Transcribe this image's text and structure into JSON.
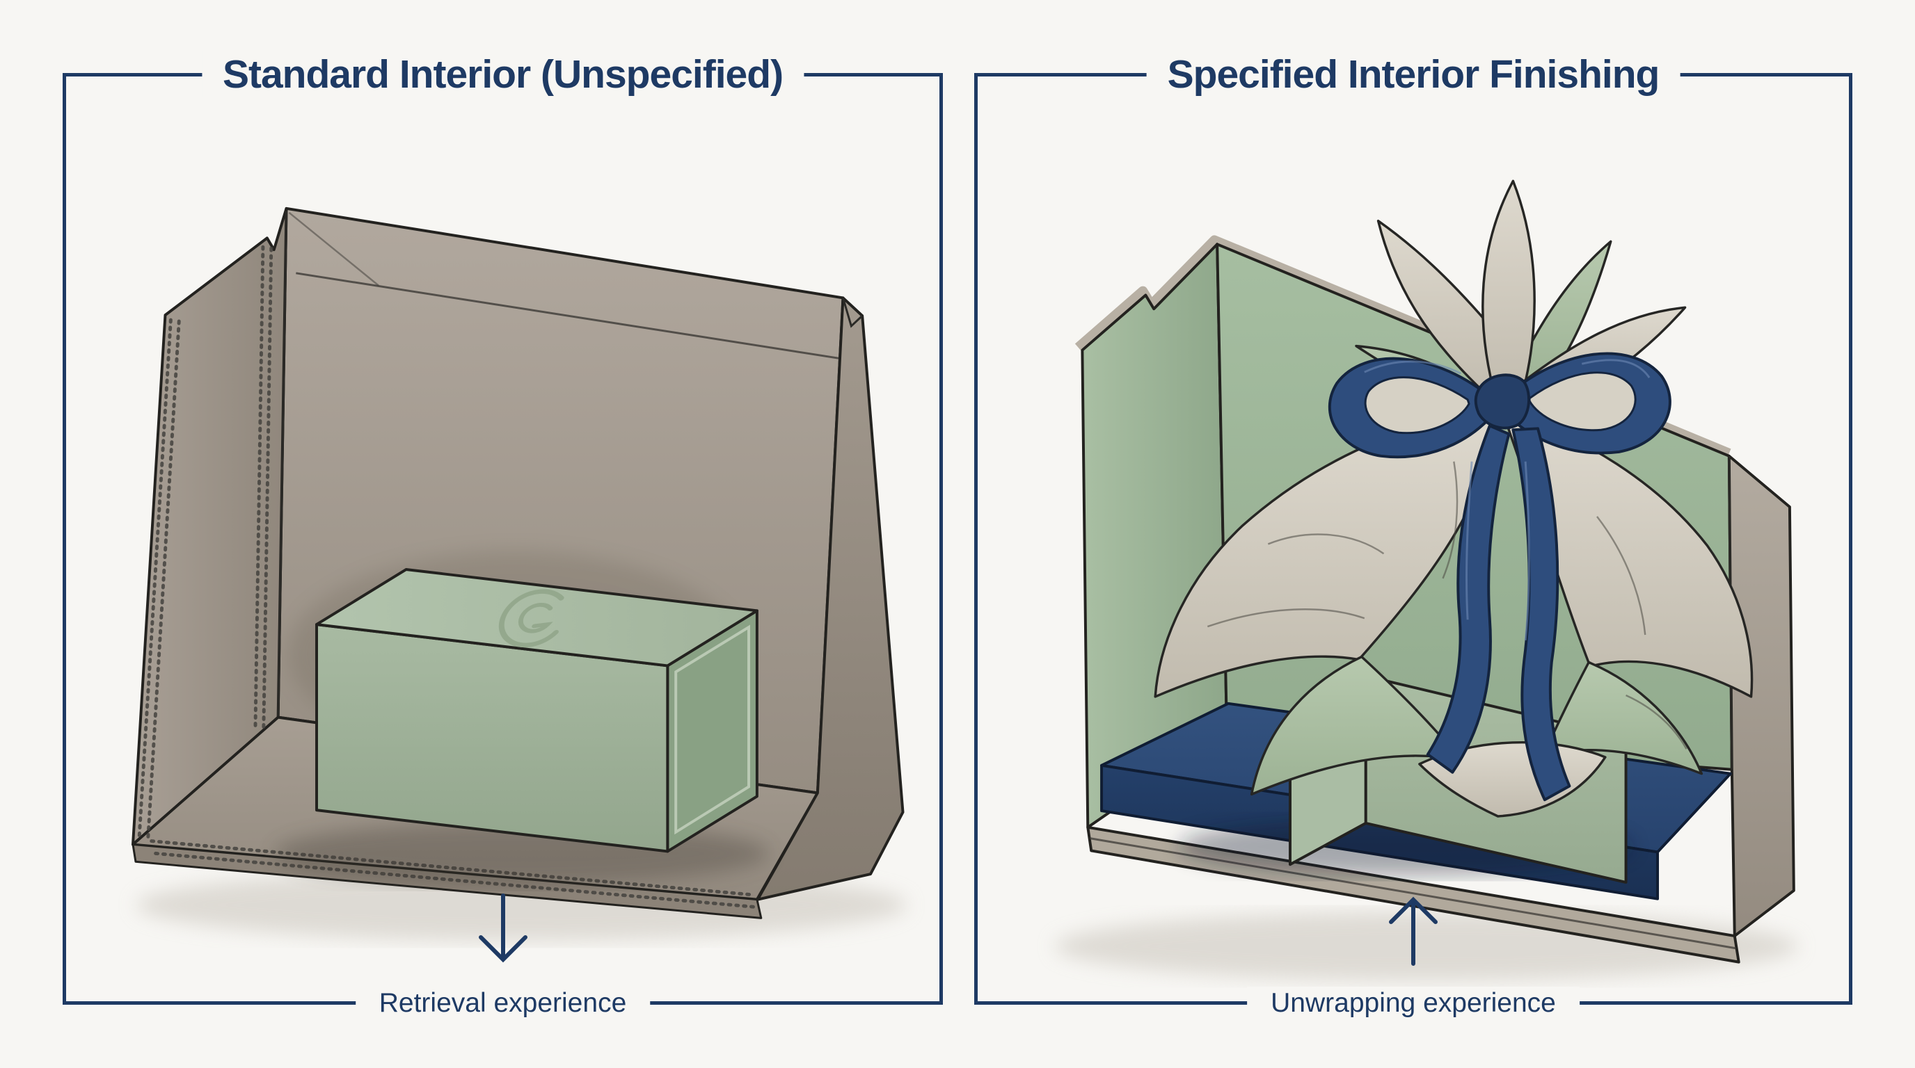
{
  "page": {
    "background": "#f7f6f3",
    "accent_navy": "#1e3a64"
  },
  "left_panel": {
    "title": "Standard Interior (Unspecified)",
    "caption": "Retrieval experience",
    "arrow_direction": "down",
    "alt": "Open plain taupe gift bag with stitched seams, empty except a sage green embossed box lying on the bottom"
  },
  "right_panel": {
    "title": "Specified Interior Finishing",
    "caption": "Unwrapping experience",
    "arrow_direction": "up",
    "alt": "Open gift bag with sage green lined interior, navy base pad, and a tissue-wrapped gift tied with a navy ribbon bow"
  },
  "colors": {
    "frame_line": "#1e3a64",
    "bag_taupe": "#a89f95",
    "box_sage": "#a6b8a0",
    "interior_sage": "#a3bb9e",
    "base_navy": "#2c4a78",
    "ribbon_navy": "#2e4d7d",
    "tissue_cream": "#d5d0c4",
    "tissue_sage": "#aec1a6"
  }
}
